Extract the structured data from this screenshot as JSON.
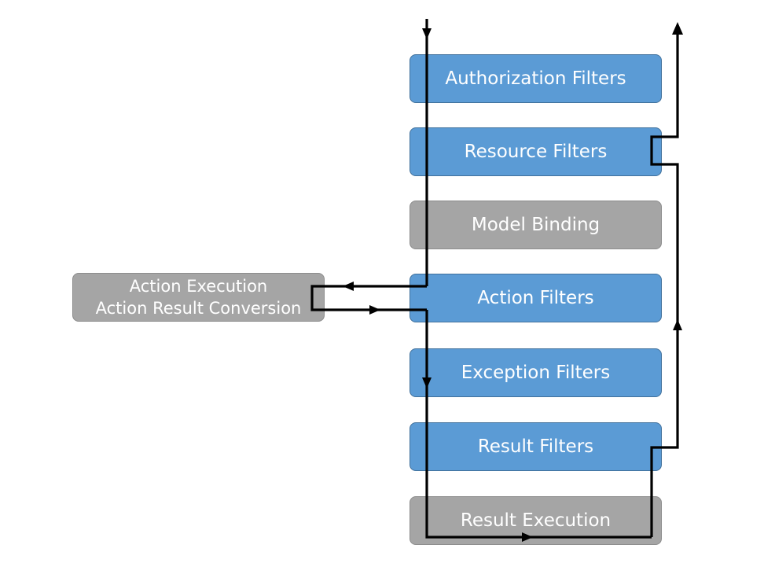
{
  "diagram": {
    "pipeline": [
      {
        "key": "auth",
        "label": "Authorization Filters",
        "style": "blue"
      },
      {
        "key": "resource",
        "label": "Resource Filters",
        "style": "blue"
      },
      {
        "key": "model",
        "label": "Model Binding",
        "style": "gray"
      },
      {
        "key": "action",
        "label": "Action Filters",
        "style": "blue"
      },
      {
        "key": "exception",
        "label": "Exception Filters",
        "style": "blue"
      },
      {
        "key": "result",
        "label": "Result Filters",
        "style": "blue"
      },
      {
        "key": "execution",
        "label": "Result Execution",
        "style": "gray"
      }
    ],
    "side_box": {
      "line1": "Action Execution",
      "line2": "Action Result Conversion"
    }
  },
  "colors": {
    "filter_box": "#5b9bd5",
    "filter_border": "#41719c",
    "non_filter_box": "#a5a5a5",
    "flow_line": "#000000"
  }
}
